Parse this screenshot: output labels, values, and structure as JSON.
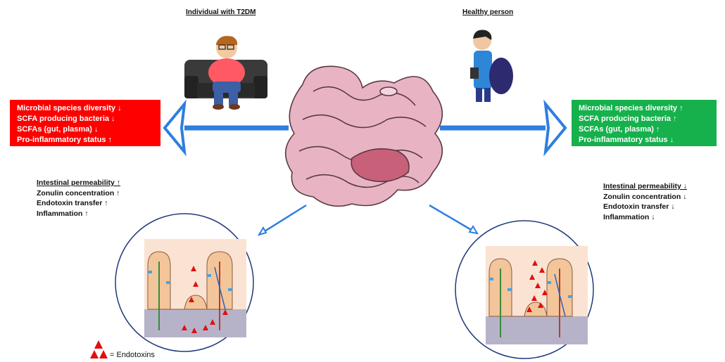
{
  "headings": {
    "t2dm": "Individual with T2DM",
    "healthy": "Healthy person"
  },
  "t2dm_box": {
    "color": "#ff0000",
    "lines": [
      "Microbial species diversity ↓",
      "SCFA producing bacteria ↓",
      "SCFAs (gut, plasma) ↓",
      "Pro-inflammatory status ↑"
    ]
  },
  "healthy_box": {
    "color": "#16b14c",
    "lines": [
      "Microbial species diversity ↑",
      "SCFA producing bacteria ↑",
      "SCFAs (gut, plasma) ↑",
      "Pro-inflammatory status ↓"
    ]
  },
  "t2dm_stats": [
    "Intestinal permeability ↑",
    "Zonulin concentration ↑",
    "Endotoxin transfer ↑",
    "Inflammation ↑"
  ],
  "healthy_stats": [
    "Intestinal permeability ↓",
    "Zonulin concentration ↓",
    "Endotoxin transfer ↓",
    "Inflammation ↓"
  ],
  "legend": {
    "label": "= Endotoxins"
  },
  "colors": {
    "arrow": "#2d7fe0",
    "endotoxin": "#e11010",
    "intestine": "#e8b4c4",
    "circle": "#1f3a7a"
  }
}
